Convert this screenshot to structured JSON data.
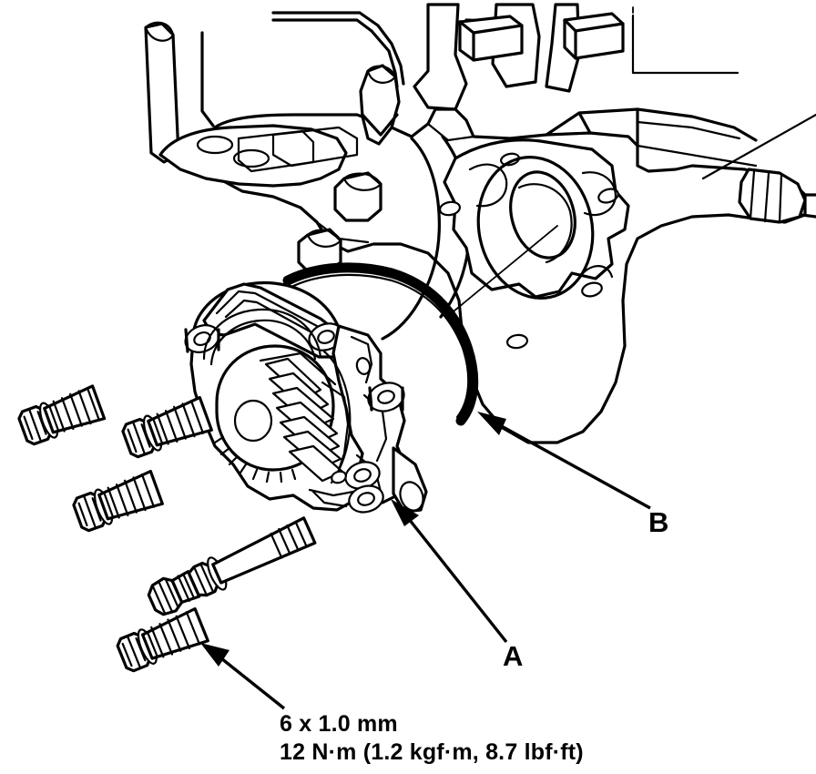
{
  "diagram": {
    "kind": "exploded-assembly-line-drawing",
    "subject": "Water pump installation on engine block",
    "background_color": "#ffffff",
    "line_color": "#000000"
  },
  "callouts": [
    {
      "id": "A",
      "label": "A",
      "points_to": "water-pump-mounting-flange"
    },
    {
      "id": "B",
      "label": "B",
      "points_to": "o-ring"
    }
  ],
  "specification": {
    "thread_size": "6 x 1.0 mm",
    "torque": "12 N·m (1.2 kgf·m, 8.7 lbf·ft)"
  },
  "parts": {
    "engine_block": "engine-block",
    "water_pump": "water-pump",
    "pulley": "timing-pulley",
    "o_ring": "o-ring",
    "bolts_count": 5
  }
}
